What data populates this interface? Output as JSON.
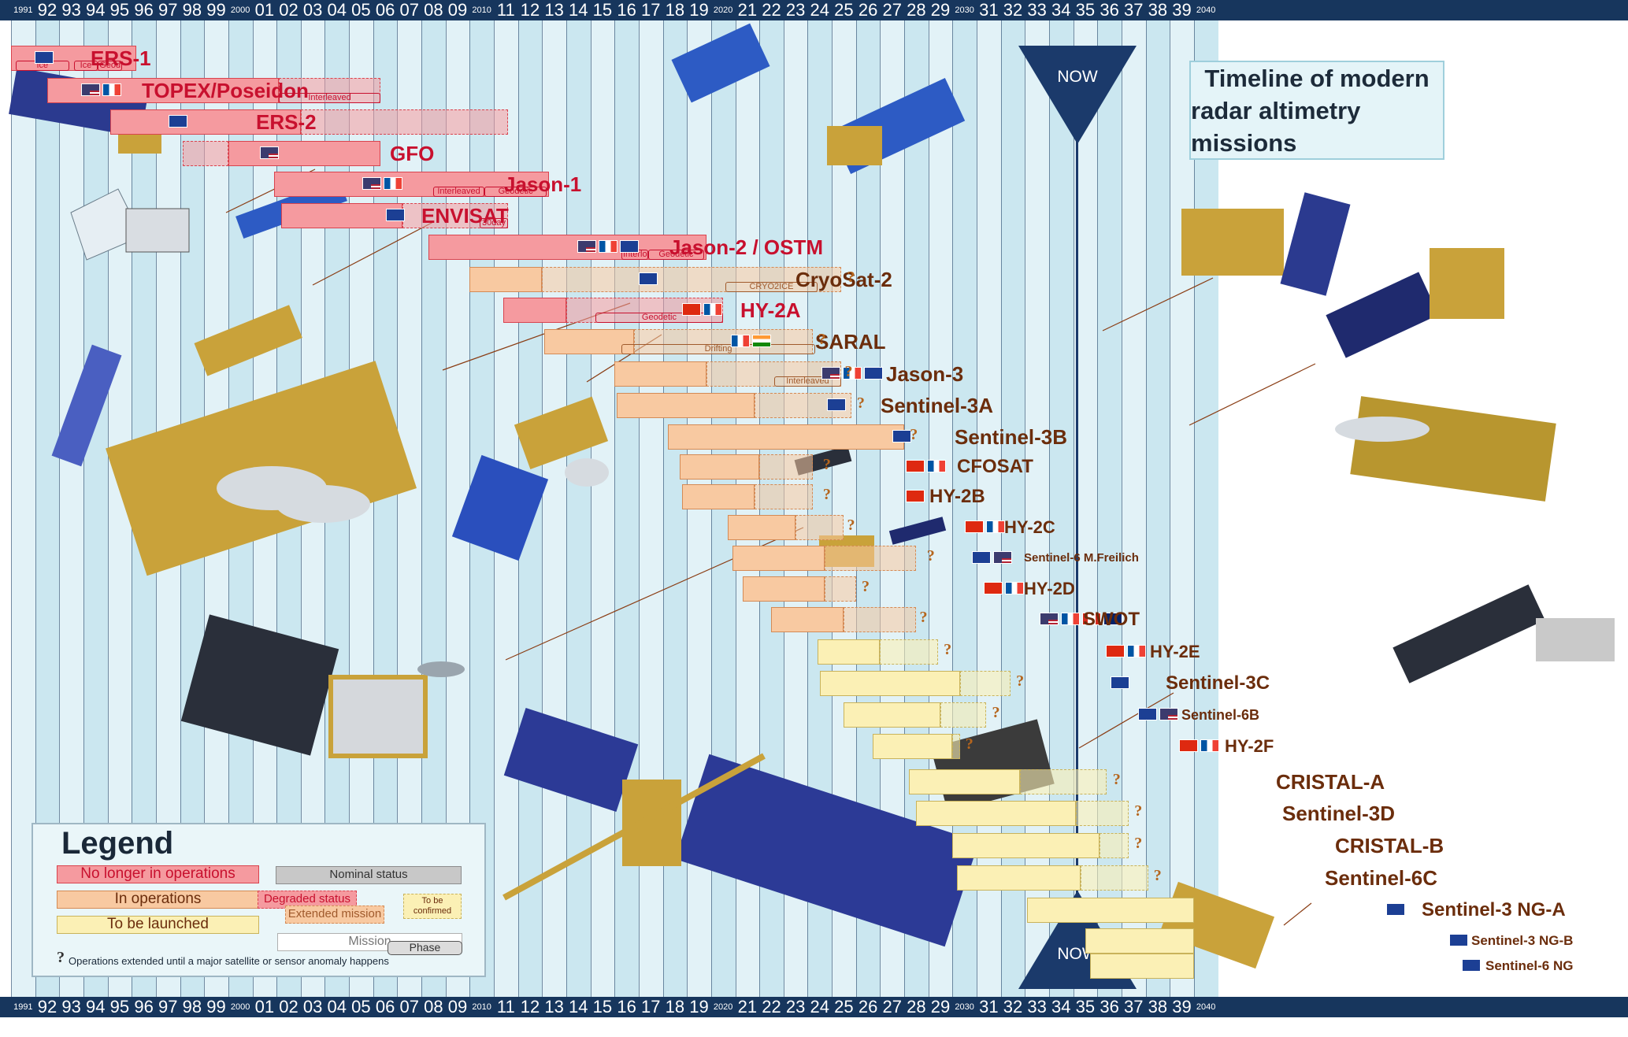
{
  "title": {
    "line1": "Timeline of modern",
    "line2": "radar altimetry missions"
  },
  "now_label": "NOW",
  "axis": {
    "labels": [
      "1991",
      "92",
      "93",
      "94",
      "95",
      "96",
      "97",
      "98",
      "99",
      "2000",
      "01",
      "02",
      "03",
      "04",
      "05",
      "06",
      "07",
      "08",
      "09",
      "2010",
      "11",
      "12",
      "13",
      "14",
      "15",
      "16",
      "17",
      "18",
      "19",
      "2020",
      "21",
      "22",
      "23",
      "24",
      "25",
      "26",
      "27",
      "28",
      "29",
      "2030",
      "31",
      "32",
      "33",
      "34",
      "35",
      "36",
      "37",
      "38",
      "39",
      "2040"
    ],
    "small_labels": [
      "1991",
      "2000",
      "2010",
      "2020",
      "2030",
      "2040"
    ]
  },
  "colors": {
    "no_longer_in_operations": "#f59a9f",
    "in_operations": "#f8c9a1",
    "to_be_launched": "#fbf0b5",
    "band_light": "#e2f2f7",
    "band_dark": "#cbe7f0",
    "axis_bar": "#17365d"
  },
  "missions": [
    {
      "name": "ERS-1",
      "status": "ended",
      "flags": [
        "eu"
      ],
      "phases": [
        "Ice",
        "Ice",
        "Geod"
      ],
      "extended": false,
      "tbc": false
    },
    {
      "name": "TOPEX/Poseidon",
      "status": "ended",
      "flags": [
        "us",
        "fr"
      ],
      "phases": [
        "Interleaved"
      ],
      "extended": true,
      "tbc": false
    },
    {
      "name": "ERS-2",
      "status": "ended",
      "flags": [
        "eu"
      ],
      "phases": [],
      "extended": true,
      "tbc": false
    },
    {
      "name": "GFO",
      "status": "ended",
      "flags": [
        "us"
      ],
      "phases": [],
      "extended": false,
      "tbc": false
    },
    {
      "name": "Jason-1",
      "status": "ended",
      "flags": [
        "us",
        "fr"
      ],
      "phases": [
        "Interleaved",
        "Geodetic"
      ],
      "extended": false,
      "tbc": false
    },
    {
      "name": "ENVISAT",
      "status": "ended",
      "flags": [
        "eu"
      ],
      "phases": [
        "30day"
      ],
      "extended": true,
      "tbc": false
    },
    {
      "name": "Jason-2 / OSTM",
      "status": "ended",
      "flags": [
        "us",
        "fr",
        "eu"
      ],
      "phases": [
        "Interlo",
        "Geodetic"
      ],
      "extended": false,
      "tbc": false
    },
    {
      "name": "CryoSat-2",
      "status": "ops",
      "flags": [
        "eu"
      ],
      "phases": [
        "CRYO2ICE"
      ],
      "extended": true,
      "tbc": true
    },
    {
      "name": "HY-2A",
      "status": "ended",
      "flags": [
        "cn",
        "fr"
      ],
      "phases": [
        "Geodetic"
      ],
      "extended": true,
      "tbc": false
    },
    {
      "name": "SARAL",
      "status": "ops",
      "flags": [
        "fr",
        "in"
      ],
      "phases": [
        "Drifting"
      ],
      "extended": true,
      "tbc": true
    },
    {
      "name": "Jason-3",
      "status": "ops",
      "flags": [
        "us",
        "fr",
        "eu"
      ],
      "phases": [
        "Interleaved"
      ],
      "extended": true,
      "tbc": true
    },
    {
      "name": "Sentinel-3A",
      "status": "ops",
      "flags": [
        "eu"
      ],
      "phases": [],
      "extended": true,
      "tbc": true
    },
    {
      "name": "Sentinel-3B",
      "status": "ops",
      "flags": [
        "eu"
      ],
      "phases": [],
      "extended": false,
      "tbc": true
    },
    {
      "name": "CFOSAT",
      "status": "ops",
      "flags": [
        "cn",
        "fr"
      ],
      "phases": [],
      "extended": true,
      "tbc": true
    },
    {
      "name": "HY-2B",
      "status": "ops",
      "flags": [
        "cn"
      ],
      "phases": [],
      "extended": true,
      "tbc": true
    },
    {
      "name": "HY-2C",
      "status": "ops",
      "flags": [
        "cn",
        "fr"
      ],
      "phases": [],
      "extended": true,
      "tbc": true
    },
    {
      "name": "Sentinel-6 M.Freilich",
      "status": "ops",
      "flags": [
        "eu",
        "us"
      ],
      "phases": [],
      "extended": true,
      "tbc": true
    },
    {
      "name": "HY-2D",
      "status": "ops",
      "flags": [
        "cn",
        "fr"
      ],
      "phases": [],
      "extended": true,
      "tbc": true
    },
    {
      "name": "SWOT",
      "status": "ops",
      "flags": [
        "us",
        "fr",
        "ca",
        "uk"
      ],
      "phases": [],
      "extended": true,
      "tbc": true
    },
    {
      "name": "HY-2E",
      "status": "future",
      "flags": [
        "cn",
        "fr"
      ],
      "phases": [],
      "extended": true,
      "tbc": true
    },
    {
      "name": "Sentinel-3C",
      "status": "future",
      "flags": [
        "eu"
      ],
      "phases": [],
      "extended": true,
      "tbc": true
    },
    {
      "name": "Sentinel-6B",
      "status": "future",
      "flags": [
        "eu",
        "us"
      ],
      "phases": [],
      "extended": true,
      "tbc": true
    },
    {
      "name": "HY-2F",
      "status": "future",
      "flags": [
        "cn",
        "fr"
      ],
      "phases": [],
      "extended": true,
      "tbc": true
    },
    {
      "name": "CRISTAL-A",
      "status": "future",
      "flags": [],
      "phases": [],
      "extended": true,
      "tbc": true
    },
    {
      "name": "Sentinel-3D",
      "status": "future",
      "flags": [],
      "phases": [],
      "extended": true,
      "tbc": true
    },
    {
      "name": "CRISTAL-B",
      "status": "future",
      "flags": [],
      "phases": [],
      "extended": true,
      "tbc": true
    },
    {
      "name": "Sentinel-6C",
      "status": "future",
      "flags": [],
      "phases": [],
      "extended": true,
      "tbc": true
    },
    {
      "name": "Sentinel-3 NG-A",
      "status": "future",
      "flags": [
        "eu"
      ],
      "phases": [],
      "extended": false,
      "tbc": false
    },
    {
      "name": "Sentinel-3 NG-B",
      "status": "future",
      "flags": [
        "eu"
      ],
      "phases": [],
      "extended": false,
      "tbc": false
    },
    {
      "name": "Sentinel-6 NG",
      "status": "future",
      "flags": [
        "eu"
      ],
      "phases": [],
      "extended": false,
      "tbc": false
    }
  ],
  "legend": {
    "title": "Legend",
    "no_longer": "No longer in operations",
    "in_operations": "In operations",
    "to_be_launched": "To be launched",
    "nominal": "Nominal status",
    "degraded": "Degraded status",
    "extended": "Extended mission",
    "tbc": "To be confirmed",
    "mission": "Mission",
    "phase": "Phase",
    "note_symbol": "?",
    "note": "Operations extended until a major satellite or sensor anomaly happens"
  }
}
